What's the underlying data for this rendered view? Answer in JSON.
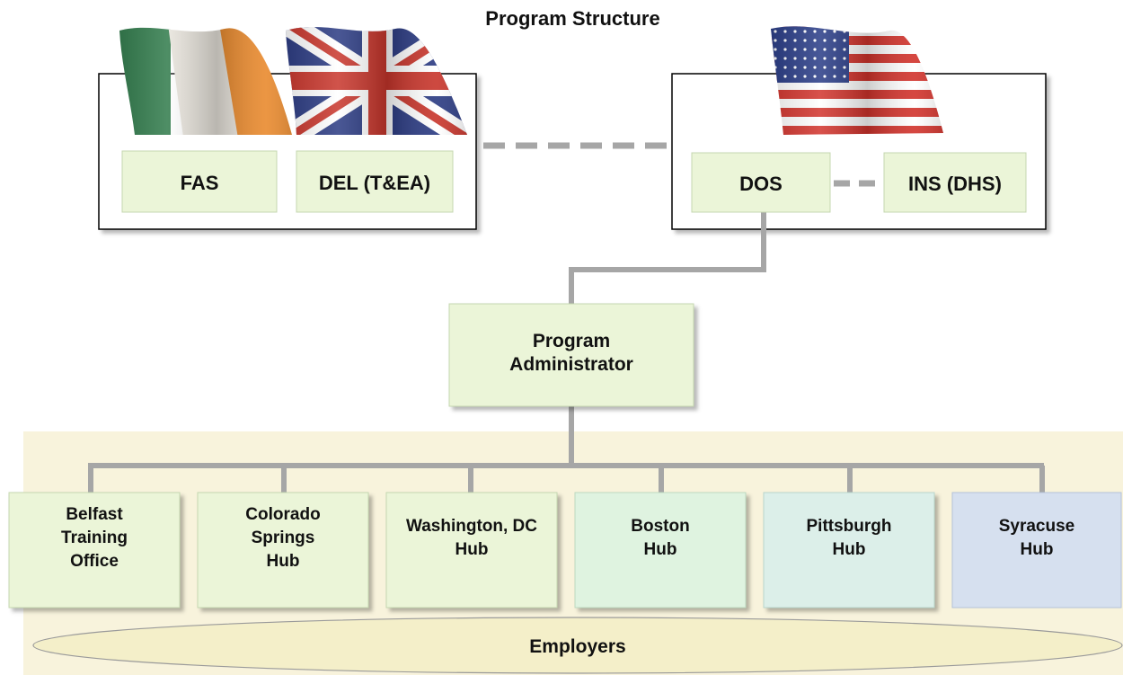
{
  "title": "Program Structure",
  "colors": {
    "node_fill": "#ebf5d8",
    "boston_fill": "#dff3e0",
    "pittsburgh_fill": "#dcefe9",
    "syracuse_fill": "#d6e0ef",
    "band": "#f8f3dc",
    "connector": "#a6a6a6",
    "employers_fill": "#f4efc9"
  },
  "flags": {
    "ireland": "ireland-flag-icon",
    "uk": "uk-flag-icon",
    "usa": "usa-flag-icon"
  },
  "nodes": {
    "fas": "FAS",
    "del": "DEL (T&EA)",
    "dos": "DOS",
    "ins": "INS (DHS)",
    "admin": [
      "Program",
      "Administrator"
    ],
    "hubs": [
      [
        "Belfast",
        "Training",
        "Office"
      ],
      [
        "Colorado",
        "Springs",
        "Hub"
      ],
      [
        "Washington, DC",
        "Hub"
      ],
      [
        "Boston",
        "Hub"
      ],
      [
        "Pittsburgh",
        "Hub"
      ],
      [
        "Syracuse",
        "Hub"
      ]
    ],
    "employers": "Employers"
  }
}
